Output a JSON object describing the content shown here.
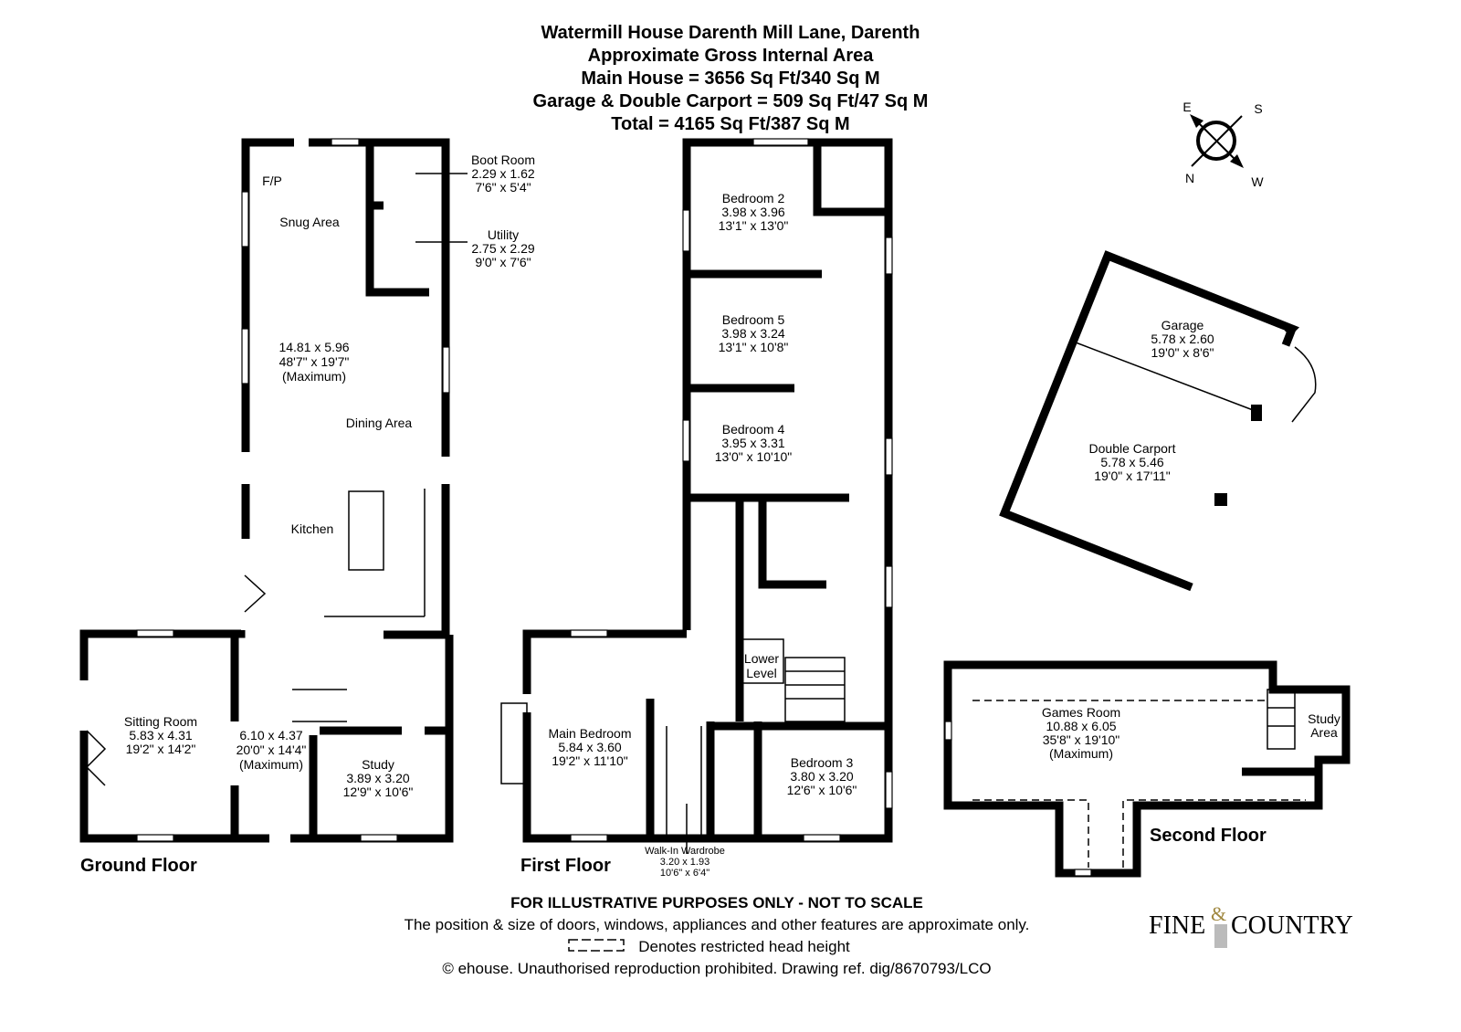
{
  "header": {
    "title": "Watermill House Darenth Mill Lane, Darenth",
    "line2": "Approximate Gross Internal Area",
    "line3": "Main House = 3656 Sq Ft/340 Sq M",
    "line4": "Garage & Double Carport = 509 Sq Ft/47 Sq M",
    "line5": "Total = 4165 Sq Ft/387 Sq M"
  },
  "compass": {
    "e": "E",
    "s": "S",
    "n": "N",
    "w": "W"
  },
  "ground_floor": {
    "label": "Ground Floor",
    "fp": "F/P",
    "snug": "Snug Area",
    "dining": "Dining Area",
    "kitchen": "Kitchen",
    "main_dims": [
      "14.81 x 5.96",
      "48'7\" x 19'7\"",
      "(Maximum)"
    ],
    "boot_room": [
      "Boot Room",
      "2.29 x 1.62",
      "7'6\" x 5'4\""
    ],
    "utility": [
      "Utility",
      "2.75 x 2.29",
      "9'0\" x 7'6\""
    ],
    "sitting_room": [
      "Sitting Room",
      "5.83 x 4.31",
      "19'2\" x 14'2\""
    ],
    "hall": [
      "6.10 x 4.37",
      "20'0\" x 14'4\"",
      "(Maximum)"
    ],
    "study": [
      "Study",
      "3.89 x 3.20",
      "12'9\" x 10'6\""
    ]
  },
  "first_floor": {
    "label": "First Floor",
    "bedroom2": [
      "Bedroom 2",
      "3.98 x 3.96",
      "13'1\" x 13'0\""
    ],
    "bedroom5": [
      "Bedroom 5",
      "3.98 x 3.24",
      "13'1\" x 10'8\""
    ],
    "bedroom4": [
      "Bedroom 4",
      "3.95 x 3.31",
      "13'0\" x 10'10\""
    ],
    "main_bedroom": [
      "Main Bedroom",
      "5.84 x 3.60",
      "19'2\" x 11'10\""
    ],
    "bedroom3": [
      "Bedroom 3",
      "3.80 x 3.20",
      "12'6\" x 10'6\""
    ],
    "lower_level": [
      "Lower",
      "Level"
    ],
    "wardrobe": [
      "Walk-In Wardrobe",
      "3.20 x 1.93",
      "10'6\" x 6'4\""
    ]
  },
  "garage": {
    "garage": [
      "Garage",
      "5.78 x 2.60",
      "19'0\" x 8'6\""
    ],
    "carport": [
      "Double Carport",
      "5.78 x 5.46",
      "19'0\" x 17'11\""
    ]
  },
  "second_floor": {
    "label": "Second Floor",
    "games_room": [
      "Games Room",
      "10.88 x 6.05",
      "35'8\" x 19'10\"",
      "(Maximum)"
    ],
    "study_area": [
      "Study",
      "Area"
    ]
  },
  "footer": {
    "disclaimer": "FOR ILLUSTRATIVE PURPOSES ONLY - NOT TO SCALE",
    "position_note": "The position & size of doors, windows, appliances and other features are approximate only.",
    "head_height": "Denotes restricted head height",
    "copyright": "© ehouse. Unauthorised reproduction prohibited. Drawing ref. dig/8670793/LCO"
  },
  "logo": {
    "fine": "FINE",
    "amp": "&",
    "country": "COUNTRY"
  }
}
